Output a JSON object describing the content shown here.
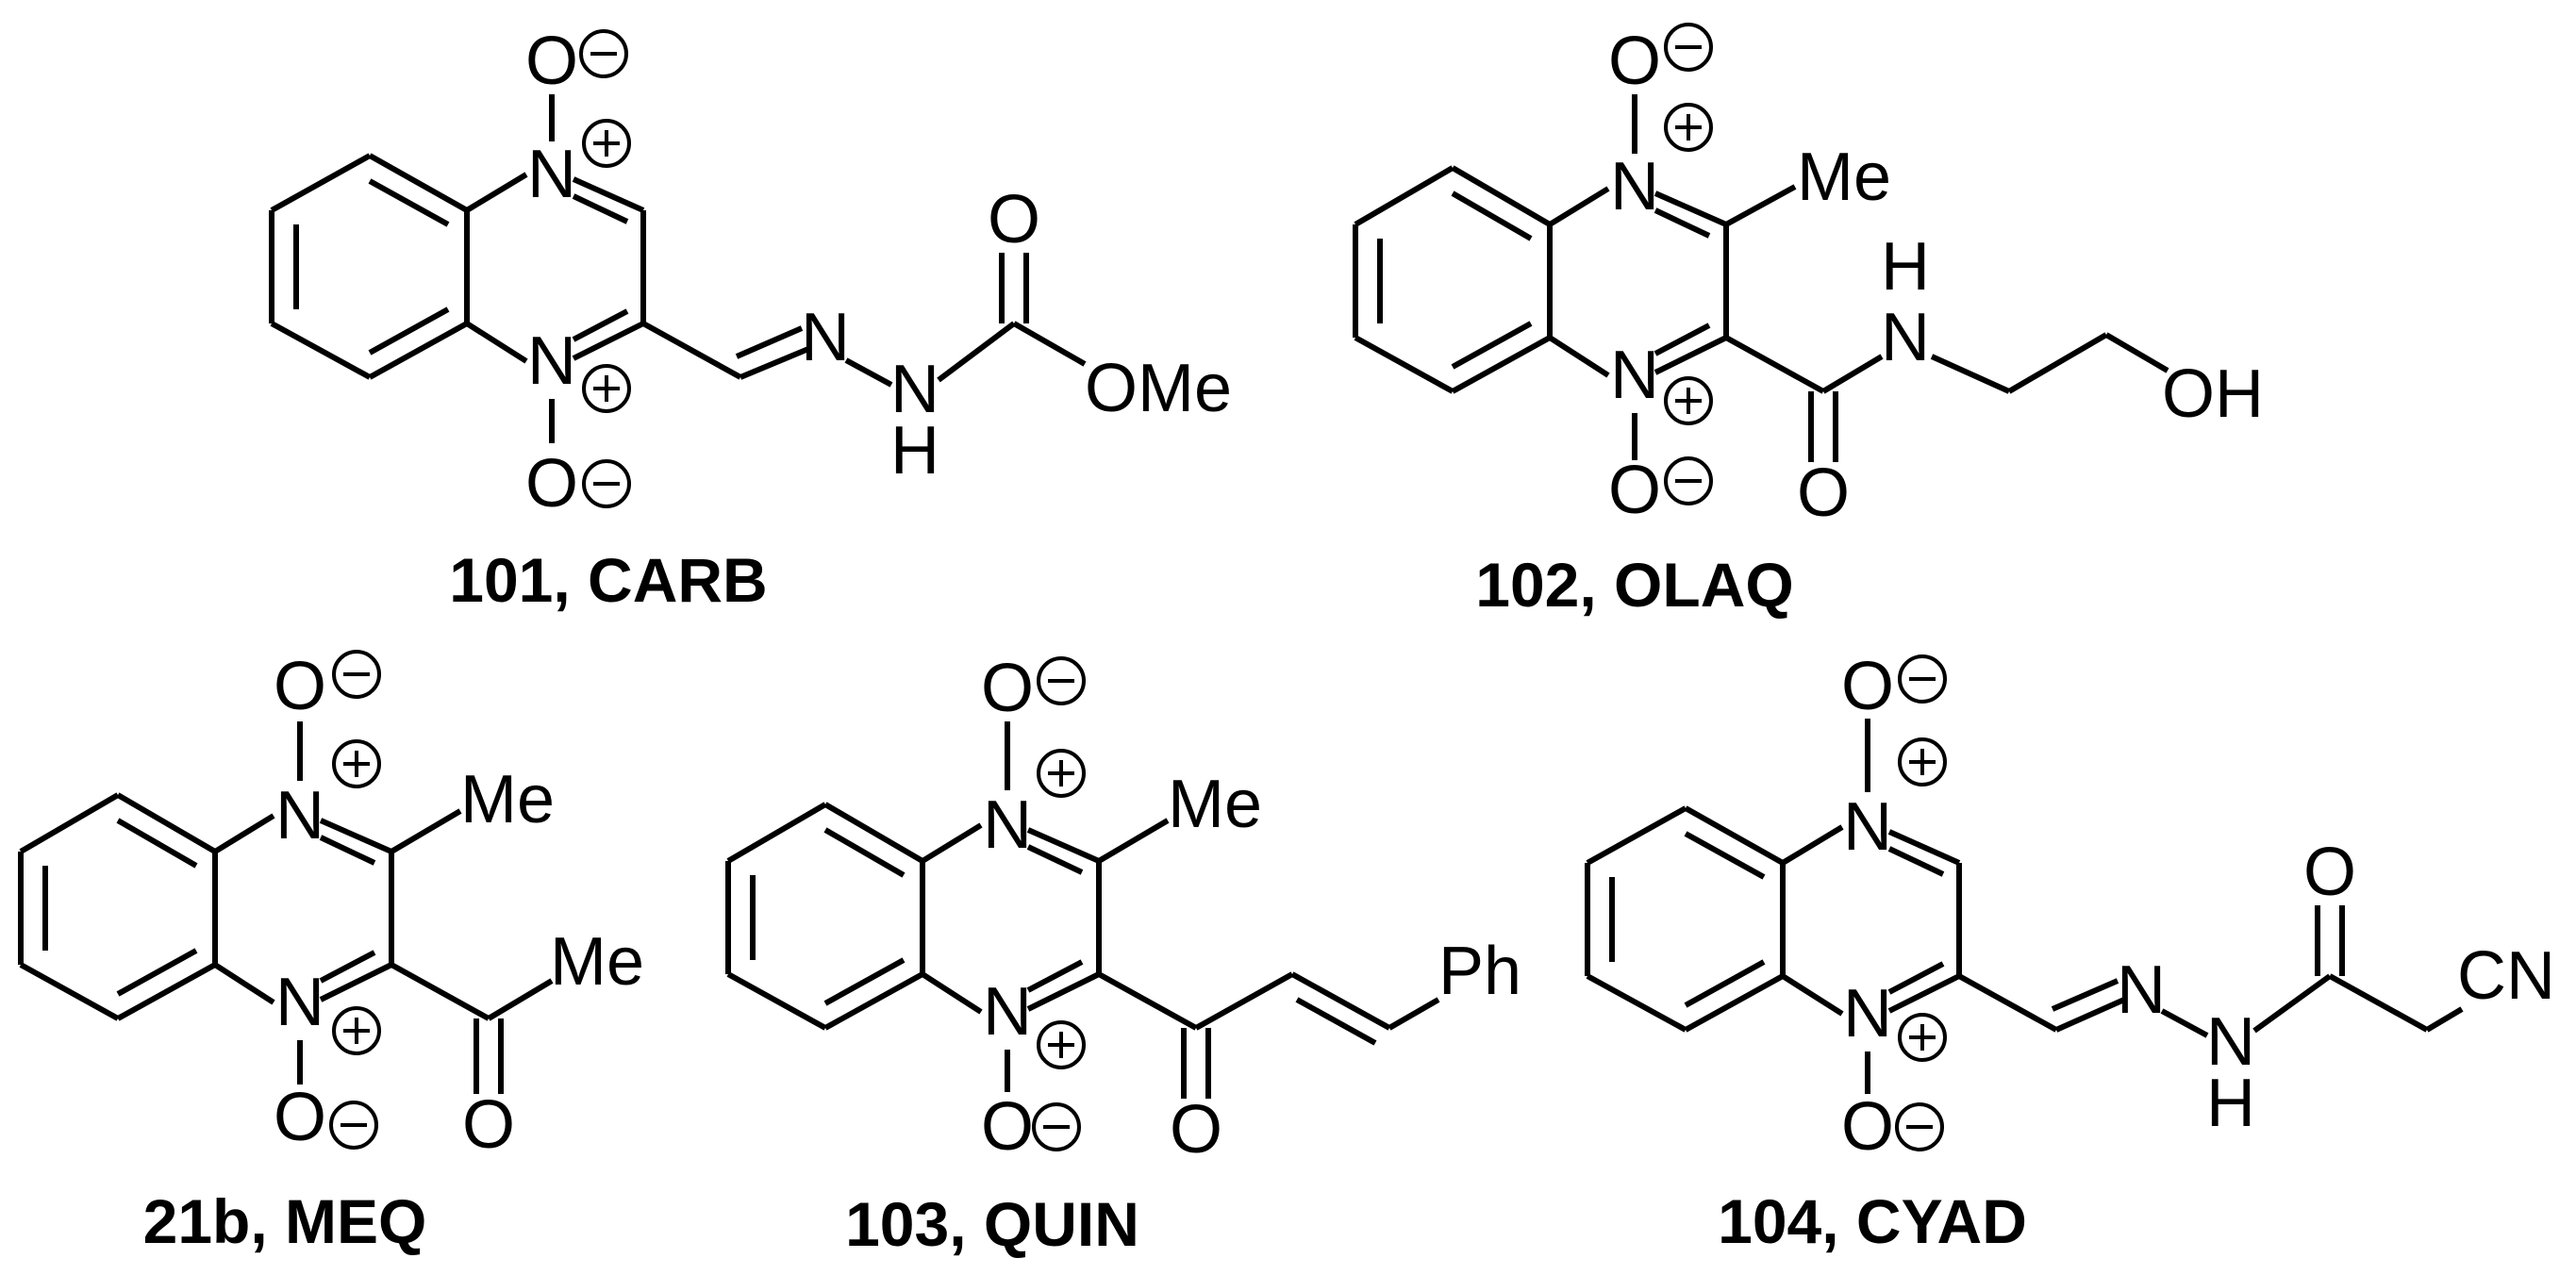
{
  "compounds": [
    {
      "caption": "101, CARB",
      "labels": {
        "o_top": "O",
        "n_top": "N",
        "n_bot": "N",
        "o_bot": "O",
        "imine_n": "N",
        "nh_n": "N",
        "nh_h": "H",
        "carbonyl_o": "O",
        "ester": "OMe"
      }
    },
    {
      "caption": "102, OLAQ",
      "labels": {
        "o_top": "O",
        "n_top": "N",
        "n_bot": "N",
        "o_bot": "O",
        "methyl": "Me",
        "amide_h": "H",
        "amide_n": "N",
        "carbonyl_o": "O",
        "hydroxyl": "OH"
      }
    },
    {
      "caption": "21b, MEQ",
      "labels": {
        "o_top": "O",
        "n_top": "N",
        "n_bot": "N",
        "o_bot": "O",
        "methyl": "Me",
        "acetyl_me": "Me",
        "carbonyl_o": "O"
      }
    },
    {
      "caption": "103, QUIN",
      "labels": {
        "o_top": "O",
        "n_top": "N",
        "n_bot": "N",
        "o_bot": "O",
        "methyl": "Me",
        "phenyl": "Ph",
        "carbonyl_o": "O"
      }
    },
    {
      "caption": "104, CYAD",
      "labels": {
        "o_top": "O",
        "n_top": "N",
        "n_bot": "N",
        "o_bot": "O",
        "imine_n": "N",
        "nh_n": "N",
        "nh_h": "H",
        "carbonyl_o": "O",
        "nitrile": "CN"
      }
    }
  ],
  "charges": {
    "positive": "+",
    "negative": "−"
  }
}
